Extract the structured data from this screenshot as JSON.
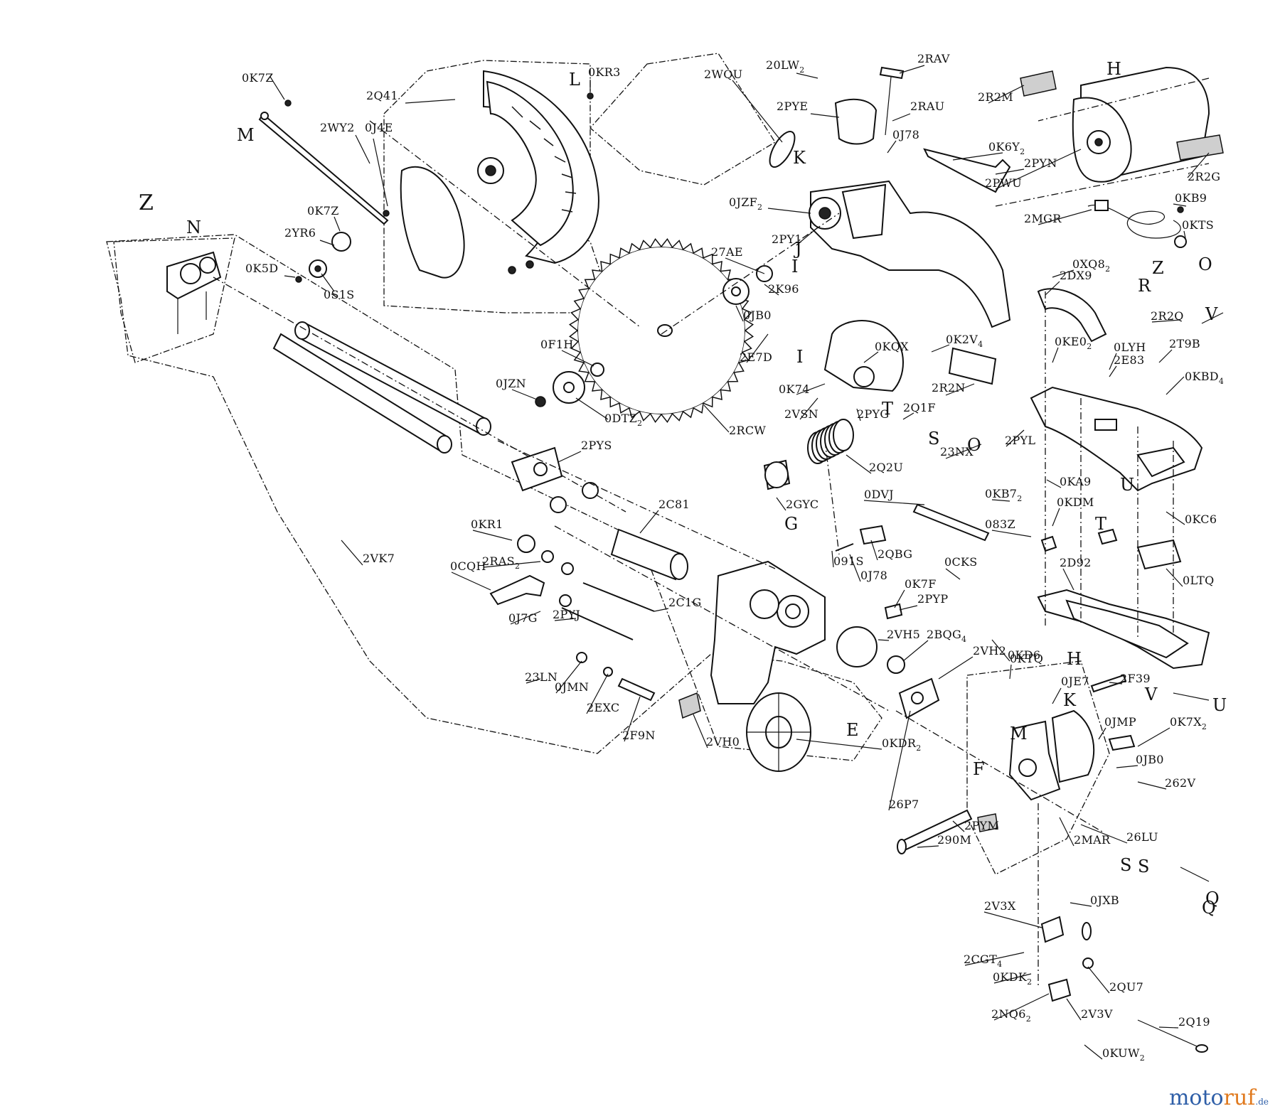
{
  "watermark": {
    "part1": "moto",
    "part2": "ruf",
    "part3": ".de"
  },
  "parts": [
    {
      "id": "0K7Z",
      "sub": ""
    },
    {
      "id": "2Q41",
      "sub": ""
    },
    {
      "id": "2WY2",
      "sub": ""
    },
    {
      "id": "0J4E",
      "sub": ""
    },
    {
      "id": "0K7Z",
      "sub": ""
    },
    {
      "id": "2YR6",
      "sub": ""
    },
    {
      "id": "0K5D",
      "sub": ""
    },
    {
      "id": "0S1S",
      "sub": ""
    },
    {
      "id": "0KR3",
      "sub": ""
    },
    {
      "id": "2WQU",
      "sub": ""
    },
    {
      "id": "20LW",
      "sub": "2"
    },
    {
      "id": "2RAV",
      "sub": ""
    },
    {
      "id": "2PYE",
      "sub": ""
    },
    {
      "id": "2RAU",
      "sub": ""
    },
    {
      "id": "0J78",
      "sub": ""
    },
    {
      "id": "0K6Y",
      "sub": "2"
    },
    {
      "id": "2PYN",
      "sub": ""
    },
    {
      "id": "0JZF",
      "sub": "2"
    },
    {
      "id": "2PY1",
      "sub": ""
    },
    {
      "id": "27AE",
      "sub": ""
    },
    {
      "id": "2K96",
      "sub": ""
    },
    {
      "id": "0JB0",
      "sub": ""
    },
    {
      "id": "2E7D",
      "sub": ""
    },
    {
      "id": "0KQX",
      "sub": ""
    },
    {
      "id": "0K2V",
      "sub": "4"
    },
    {
      "id": "0K74",
      "sub": ""
    },
    {
      "id": "2R2N",
      "sub": ""
    },
    {
      "id": "2VSN",
      "sub": ""
    },
    {
      "id": "2PYG",
      "sub": ""
    },
    {
      "id": "2Q1F",
      "sub": ""
    },
    {
      "id": "0F1H",
      "sub": ""
    },
    {
      "id": "0JZN",
      "sub": ""
    },
    {
      "id": "0DTZ",
      "sub": "2"
    },
    {
      "id": "2RCW",
      "sub": ""
    },
    {
      "id": "2R2M",
      "sub": ""
    },
    {
      "id": "2R2G",
      "sub": ""
    },
    {
      "id": "2PWU",
      "sub": ""
    },
    {
      "id": "2MGR",
      "sub": ""
    },
    {
      "id": "0KB9",
      "sub": ""
    },
    {
      "id": "0KTS",
      "sub": ""
    },
    {
      "id": "0XQ8",
      "sub": "2"
    },
    {
      "id": "2DX9",
      "sub": ""
    },
    {
      "id": "2R2Q",
      "sub": ""
    },
    {
      "id": "0KE0",
      "sub": "2"
    },
    {
      "id": "2T9B",
      "sub": ""
    },
    {
      "id": "0LYH",
      "sub": ""
    },
    {
      "id": "2E83",
      "sub": ""
    },
    {
      "id": "0KBD",
      "sub": "4"
    },
    {
      "id": "2PYL",
      "sub": ""
    },
    {
      "id": "23NX",
      "sub": ""
    },
    {
      "id": "0KB7",
      "sub": "2"
    },
    {
      "id": "0KA9",
      "sub": ""
    },
    {
      "id": "0KDM",
      "sub": ""
    },
    {
      "id": "0KC6",
      "sub": ""
    },
    {
      "id": "083Z",
      "sub": ""
    },
    {
      "id": "2D92",
      "sub": ""
    },
    {
      "id": "0LTQ",
      "sub": ""
    },
    {
      "id": "2Q2U",
      "sub": ""
    },
    {
      "id": "2GYC",
      "sub": ""
    },
    {
      "id": "0DVJ",
      "sub": ""
    },
    {
      "id": "2PYS",
      "sub": ""
    },
    {
      "id": "2C81",
      "sub": ""
    },
    {
      "id": "0KR1",
      "sub": ""
    },
    {
      "id": "2RAS",
      "sub": "2"
    },
    {
      "id": "0CQH",
      "sub": ""
    },
    {
      "id": "2VK7",
      "sub": ""
    },
    {
      "id": "0J7G",
      "sub": ""
    },
    {
      "id": "2C1G",
      "sub": ""
    },
    {
      "id": "2PYJ",
      "sub": ""
    },
    {
      "id": "091S",
      "sub": ""
    },
    {
      "id": "2QBG",
      "sub": ""
    },
    {
      "id": "0J78",
      "sub": ""
    },
    {
      "id": "0CKS",
      "sub": ""
    },
    {
      "id": "0K7F",
      "sub": ""
    },
    {
      "id": "2PYP",
      "sub": ""
    },
    {
      "id": "2VH5",
      "sub": ""
    },
    {
      "id": "2BQG",
      "sub": "4"
    },
    {
      "id": "2VH2",
      "sub": ""
    },
    {
      "id": "2PYM",
      "sub": ""
    },
    {
      "id": "0KD6",
      "sub": ""
    },
    {
      "id": "0KTQ",
      "sub": ""
    },
    {
      "id": "0JE7",
      "sub": ""
    },
    {
      "id": "2F39",
      "sub": ""
    },
    {
      "id": "0JMP",
      "sub": ""
    },
    {
      "id": "0K7X",
      "sub": "2"
    },
    {
      "id": "0JB0",
      "sub": ""
    },
    {
      "id": "262V",
      "sub": ""
    },
    {
      "id": "23LN",
      "sub": ""
    },
    {
      "id": "0JMN",
      "sub": ""
    },
    {
      "id": "2EXC",
      "sub": ""
    },
    {
      "id": "2F9N",
      "sub": ""
    },
    {
      "id": "2VH0",
      "sub": ""
    },
    {
      "id": "0KDR",
      "sub": "2"
    },
    {
      "id": "26P7",
      "sub": ""
    },
    {
      "id": "290M",
      "sub": ""
    },
    {
      "id": "2MAR",
      "sub": ""
    },
    {
      "id": "26LU",
      "sub": ""
    },
    {
      "id": "0JXB",
      "sub": ""
    },
    {
      "id": "2V3X",
      "sub": ""
    },
    {
      "id": "2CGT",
      "sub": "4"
    },
    {
      "id": "0KDK",
      "sub": "2"
    },
    {
      "id": "2QU7",
      "sub": ""
    },
    {
      "id": "2NQ6",
      "sub": "2"
    },
    {
      "id": "2V3V",
      "sub": ""
    },
    {
      "id": "2Q19",
      "sub": ""
    },
    {
      "id": "0KUW",
      "sub": "2"
    }
  ],
  "letters": [
    "Z",
    "N",
    "M",
    "L",
    "H",
    "K",
    "J",
    "I",
    "R",
    "V",
    "O",
    "Z",
    "I",
    "T",
    "S",
    "O",
    "G",
    "U",
    "T",
    "H",
    "E",
    "F",
    "M",
    "K",
    "V",
    "U",
    "Q",
    "S",
    "S",
    "Q"
  ]
}
